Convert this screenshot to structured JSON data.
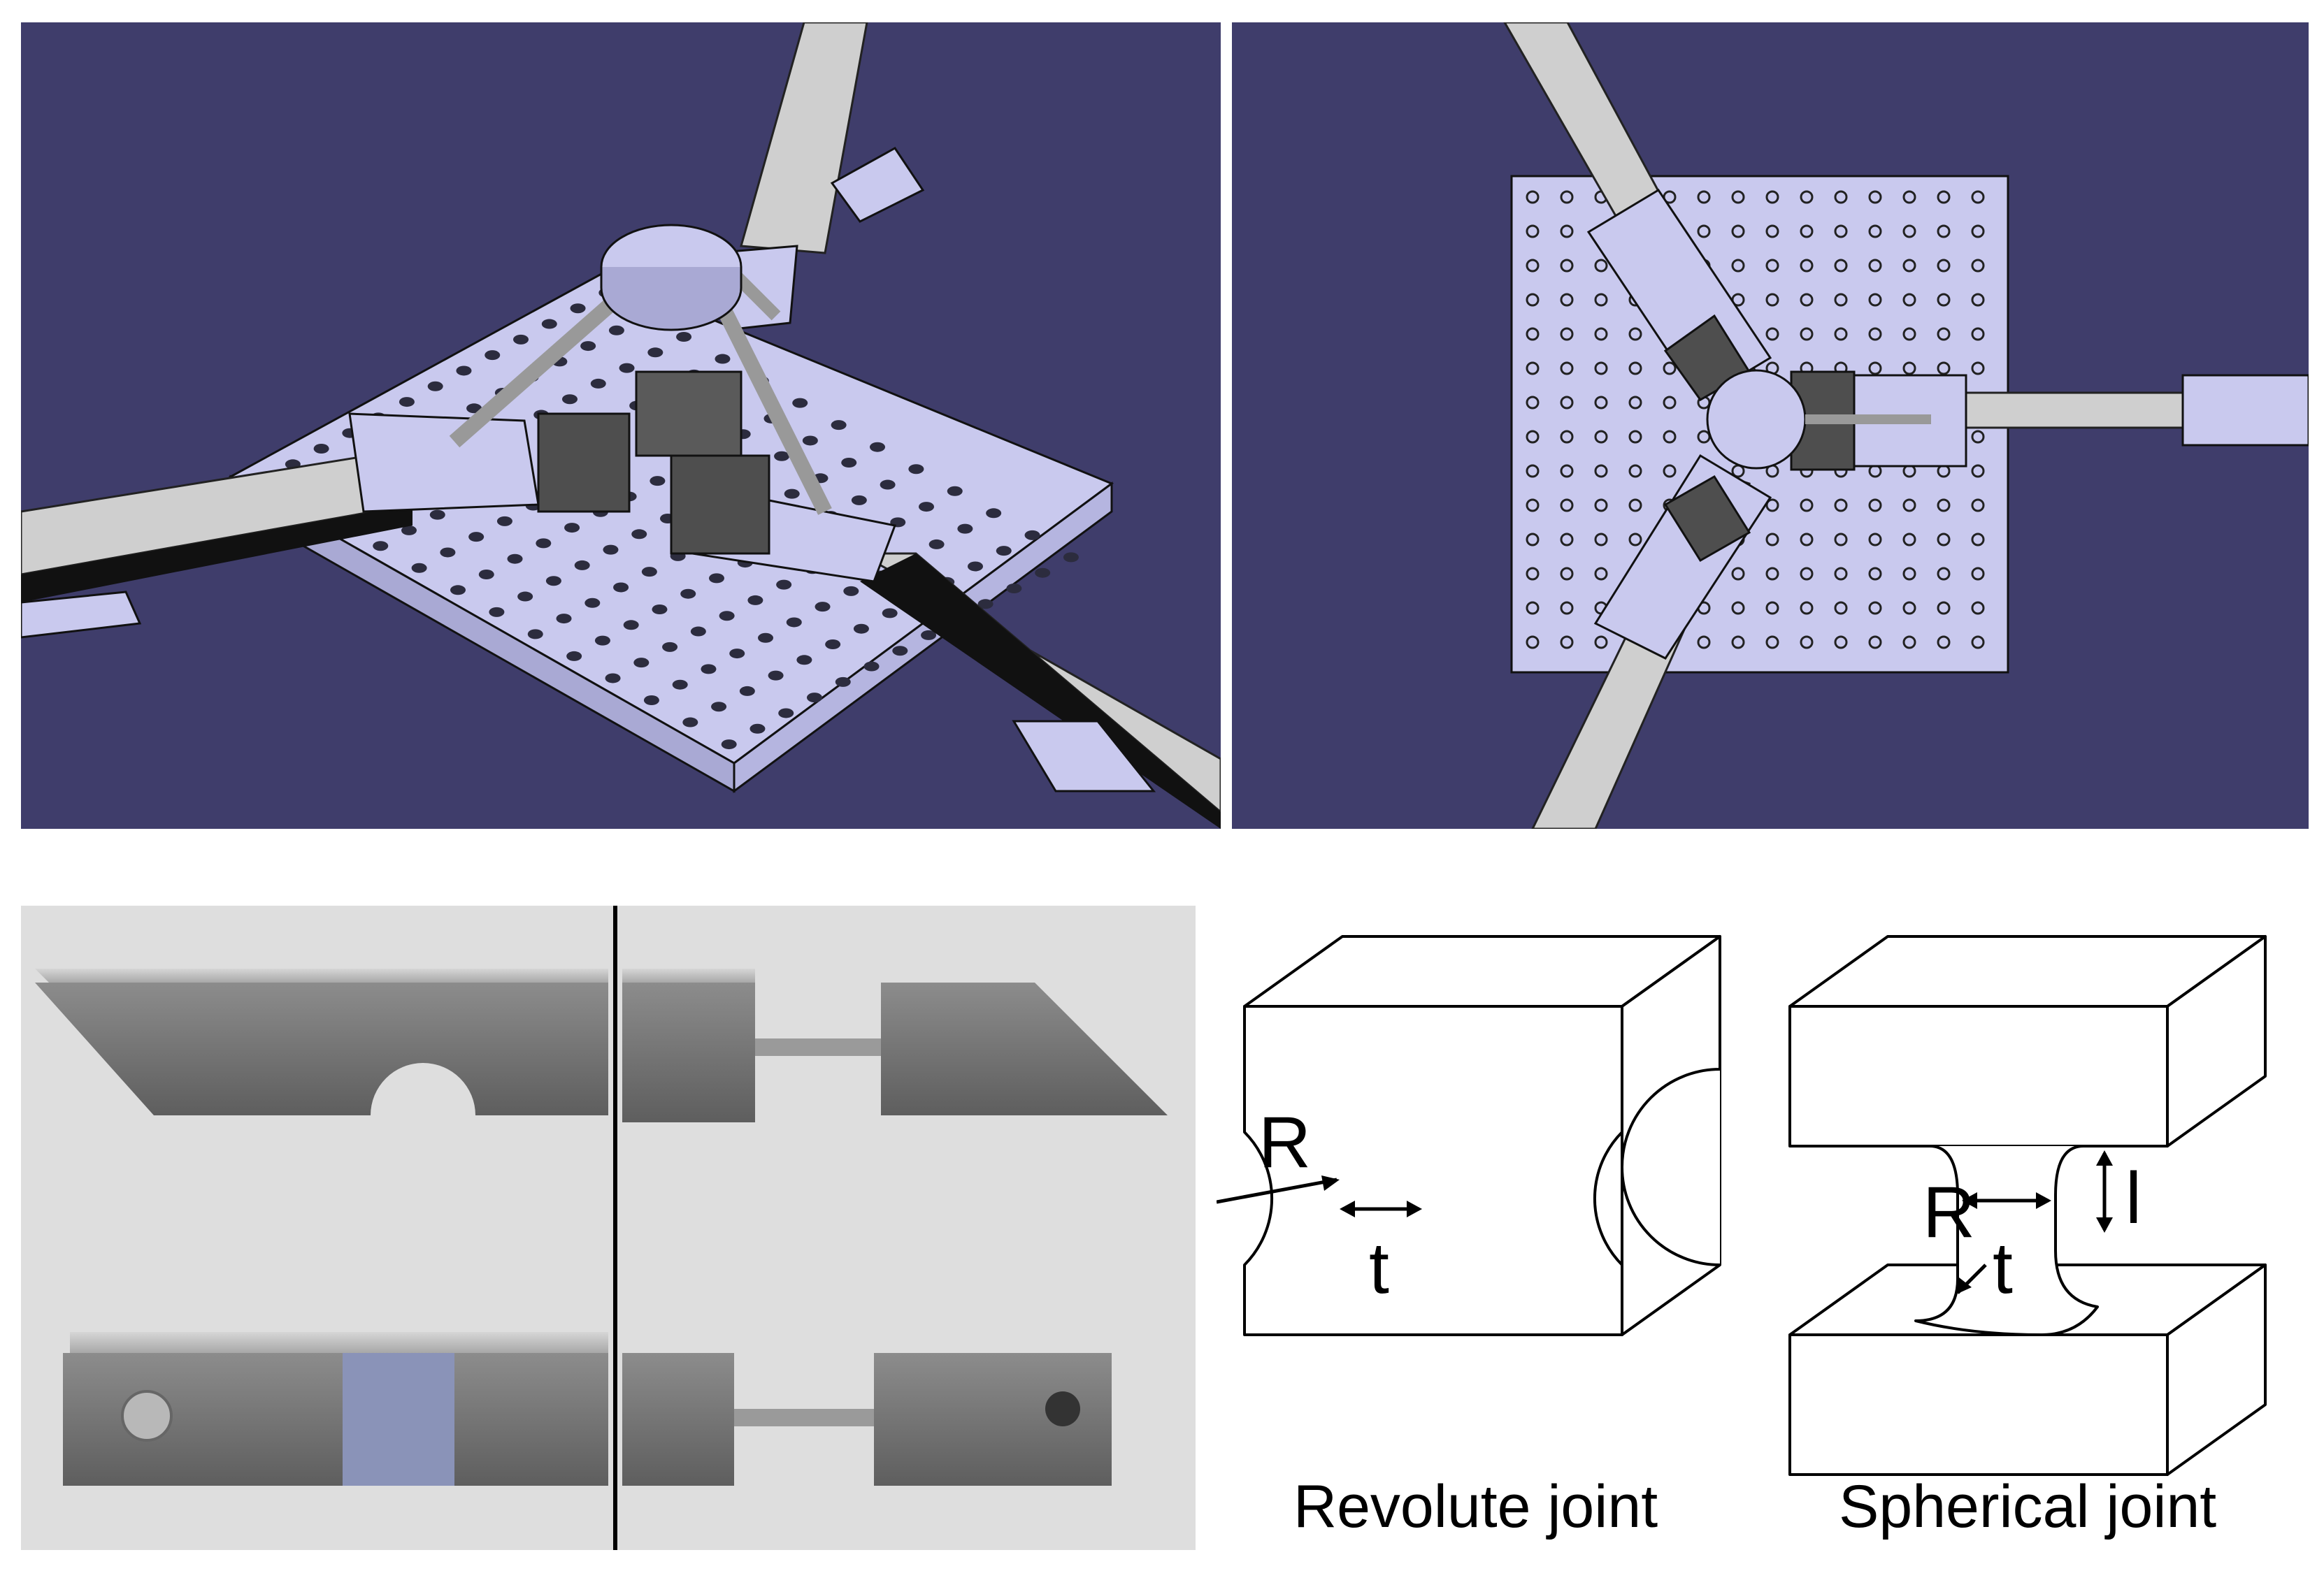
{
  "figure": {
    "panels": [
      {
        "id": "cad-isometric",
        "description_key": "isometric CAD view"
      },
      {
        "id": "cad-top"
      },
      {
        "id": "photo-flexures"
      },
      {
        "id": "joint-diagrams"
      }
    ]
  },
  "colors": {
    "background_cad": "#3f3d6b",
    "part_fill": "#c9c9ee",
    "rail_fill": "#c8c8c8",
    "block_dark": "#555555"
  },
  "diagrams": {
    "revolute": {
      "caption": "Revolute joint",
      "label_R": "R",
      "label_t": "t"
    },
    "spherical": {
      "caption": "Spherical joint",
      "label_R": "R",
      "label_t": "t",
      "label_l": "l"
    }
  }
}
